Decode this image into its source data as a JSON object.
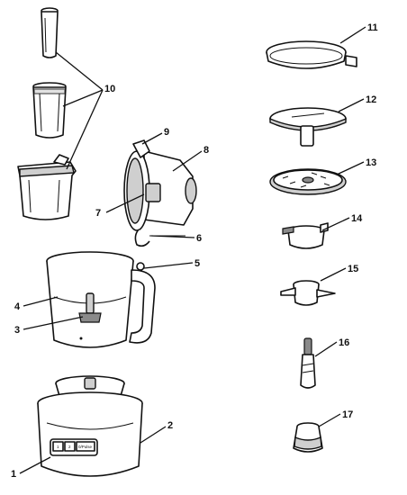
{
  "callouts": [
    "1",
    "2",
    "3",
    "4",
    "5",
    "6",
    "7",
    "8",
    "9",
    "10",
    "11",
    "12",
    "13",
    "14",
    "15",
    "16",
    "17"
  ],
  "base_buttons": [
    "1",
    "2",
    "0/Pulse"
  ],
  "colors": {
    "ink": "#111111",
    "shade": "#cfcfcf",
    "dark": "#8a8a8a",
    "background": "#ffffff"
  }
}
